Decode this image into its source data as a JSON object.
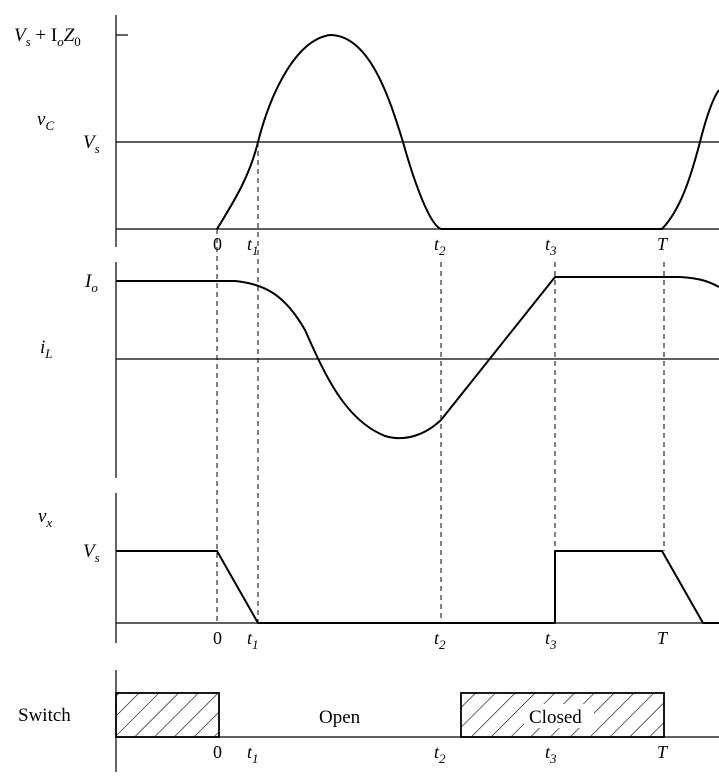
{
  "panels": {
    "vc": {
      "signal_label": "v",
      "signal_label_sub": "C",
      "peak_label": "V",
      "peak_label_sub": "s",
      "peak_label_mid": " + I",
      "peak_label_mid_sub": "o",
      "peak_label_tail": "Z",
      "peak_label_tail_sub": "0",
      "vs_label": "V",
      "vs_label_sub": "s"
    },
    "il": {
      "signal_label": "i",
      "signal_label_sub": "L",
      "io_label": "I",
      "io_label_sub": "o"
    },
    "vx": {
      "signal_label": "v",
      "signal_label_sub": "x",
      "vs_label": "V",
      "vs_label_sub": "s"
    },
    "switch": {
      "row_label": "Switch",
      "open_label": "Open",
      "closed_label": "Closed"
    }
  },
  "time_ticks": {
    "t0": "0",
    "t1": "t",
    "t1_sub": "1",
    "t2": "t",
    "t2_sub": "2",
    "t3": "t",
    "t3_sub": "3",
    "T": "T"
  }
}
